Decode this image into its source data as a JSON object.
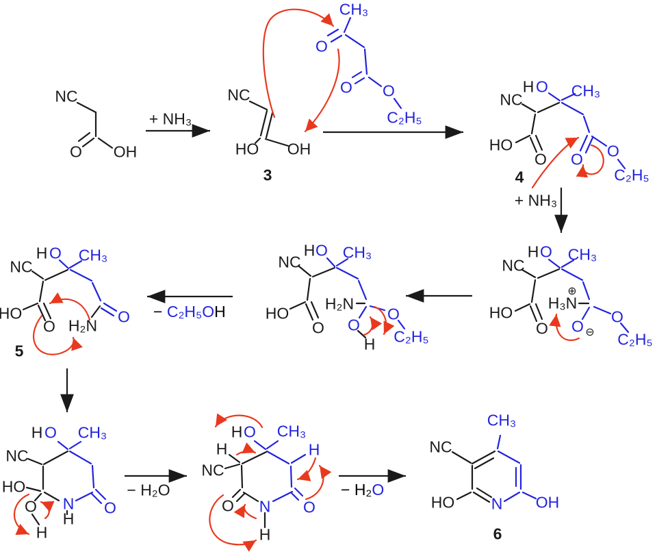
{
  "colors": {
    "background": "#ffffff",
    "black": "#1a1a1a",
    "blue": "#2222dd",
    "red": "#e8391e"
  },
  "scheme": {
    "cyanoacetic_acid": {
      "nc": "NC",
      "o": "O",
      "oh": "OH"
    },
    "step_ammonia_1": {
      "reagent": "+ NH₃"
    },
    "enol_3": {
      "nc": "NC",
      "ho": "HO",
      "oh": "OH",
      "number": "3"
    },
    "ethyl_acetoacetate": {
      "ch3": "CH₃",
      "o_ketone": "O",
      "o_carbonyl": "O",
      "o_ester": "O",
      "ethyl": "C₂H₅"
    },
    "adduct_4": {
      "h": "H",
      "o": "O",
      "ch3": "CH₃",
      "nc": "NC",
      "ho": "HO",
      "o_acid": "O",
      "o_carbonyl": "O",
      "o_ester": "O",
      "ethyl": "C₂H₅",
      "number": "4",
      "reagent": "+ NH₃"
    },
    "zwitterion": {
      "h": "H",
      "o": "O",
      "ch3": "CH₃",
      "nc": "NC",
      "ho": "HO",
      "o_acid": "O",
      "h3n": "H₃N",
      "plus": "⊕",
      "o_alkoxide": "O",
      "minus": "⊖",
      "o_ester": "O",
      "ethyl": "C₂H₅"
    },
    "hemiorthoamide": {
      "h": "H",
      "o": "O",
      "ch3": "CH₃",
      "nc": "NC",
      "ho": "HO",
      "o_acid": "O",
      "h2n": "H₂N",
      "o_hydroxyl": "O",
      "h_hydroxyl": "H",
      "o_ester": "O",
      "ethyl": "C₂H₅"
    },
    "step_ethanol_loss": {
      "minus": "− ",
      "ethoxy": "C₂H₅O",
      "h": "H"
    },
    "amide_5": {
      "h": "H",
      "o": "O",
      "ch3": "CH₃",
      "nc": "NC",
      "ho": "HO",
      "o_acid": "O",
      "h2n": "H₂N",
      "o_amide": "O",
      "number": "5"
    },
    "hemiketal_ring": {
      "h": "H",
      "o": "O",
      "ch3": "CH₃",
      "nc": "NC",
      "ho": "HO",
      "o_hydroxyl": "O",
      "h_hydroxyl": "H",
      "n": "N",
      "h_n": "H",
      "o_amide": "O"
    },
    "step_water_loss_1": {
      "label": "− H₂O"
    },
    "piperidinedione": {
      "h_left": "H",
      "h": "H",
      "o": "O",
      "ch3": "CH₃",
      "h_right": "H",
      "nc": "NC",
      "o_left": "O",
      "n": "N",
      "h_n": "H",
      "o_right": "O"
    },
    "step_water_loss_2": {
      "minus_h2": "− H₂",
      "o": "O"
    },
    "pyridine_6": {
      "ch3": "CH₃",
      "nc": "NC",
      "ho": "HO",
      "n": "N",
      "oh": "OH",
      "number": "6"
    }
  }
}
